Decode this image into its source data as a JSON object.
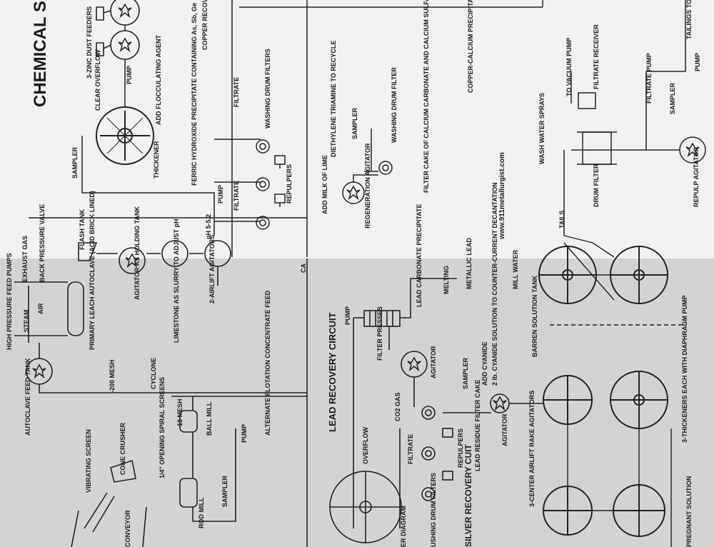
{
  "title": "CHEMICAL SA",
  "source_url": "www.911metallurgist.com",
  "circuits": {
    "lead": "LEAD RECOVERY CIRCUIT",
    "copper_partial": "COPPER RECOVERY CIRCU",
    "silver_partial": "SILVER RECOVERY CUIT"
  },
  "labels": {
    "zinc_dust": "3-ZINC DUST FEEDERS",
    "pump": "PUMP",
    "clear_overflow": "CLEAR OVERFLOW",
    "add_flocc": "ADD FLOCCULATING AGENT",
    "thickener": "THICKENER",
    "ferric": "FERRIC HYDROXIDE PRECIPITATE CONTAINING As, Sb, Ge",
    "filtrate": "FILTRATE",
    "washing_drum": "WASHING DRUM FILTERS",
    "repulpers": "REPULPERS",
    "sampler": "SAMPLER",
    "ph": "pH 5-5.2",
    "diethylene": "DIETHYLENE TRIAMINE TO RECYCLE",
    "washing_drum_single": "WASHING DRUM FILTER",
    "filter_cake": "FILTER CAKE OF CALCIUM CARBONATE AND CALCIUM SULFATE",
    "add_milk_lime": "ADD MILK OF LIME",
    "regen_agitator": "REGENERATION AGITATOR",
    "copper_calcium": "COPPER-CALCIUM PRECIPITATE CONTAINING SOME Cu, As, Sb, Zn TO FURTHER PROCESSING OR MARKET",
    "to_vacuum": "TO VACUUM PUMP",
    "filtrate_receiver": "FILTRATE RECEIVER",
    "filtrate_pump": "FILTRATE PUMP",
    "tailings": "TAILINGS TO WASTE",
    "wash_water": "WASH WATER SPRAYS",
    "drum_filter": "DRUM FILTER",
    "repulp_agitator": "REPULP AGITATOR",
    "tails": "TAILS",
    "exhaust": "EXHAUST GAS",
    "back_pressure": "BACK PRESSURE VALVE",
    "flash_tank": "FLASH TANK",
    "hp_pumps": "HIGH PRESSURE FEED PUMPS",
    "steam": "STEAM",
    "air": "AIR",
    "autoclave": "PRIMARY LEACH AUTOCLAVE (ACID BRICK LINED)",
    "agitator_holding": "AGITATOR AS HOLDING TANK",
    "limestone": "LIMESTONE AS SLURRY TO ADJUST pH",
    "airlift": "2-AIRLIFT AGITATORS",
    "autoclave_feed": "AUTOCLAVE FEED TANK",
    "mesh200": "-200 MESH",
    "cyclone": "CYCLONE",
    "alt_flotation": "ALTERNATE FLOTATION CONCENTRATE FEED",
    "mesh10": "-10 MESH",
    "ball_mill": "BALL MILL",
    "cone_crusher": "CONE CRUSHER",
    "vibrating_screen": "VIBRATING SCREEN",
    "spiral_screens": "1/4\" OPENING SPIRAL SCREENS",
    "rod_mill": "ROD MILL",
    "conveyor": "CONVEYOR",
    "lead_carbonate": "LEAD CARBONATE PRECIPITATE",
    "melting": "MELTING",
    "metallic_lead": "METALLIC LEAD",
    "filter_presses": "FILTER PRESSES",
    "agitator": "AGITATOR",
    "co2_gas": "CO2 GAS",
    "overflow": "OVERFLOW",
    "lead_residue": "LEAD RESIDUE FILTER CAKE",
    "add_cyanide": "ADD CYANIDE",
    "cyanide_solution": "2 lb. CYANIDE SOLUTION TO COUNTER-CURRENT DECANTATION",
    "barren": "BARREN SOLUTION TANK",
    "mill_water": "MILL WATER",
    "thickeners_3": "3-THICKENERS EACH WITH DIAPHRAGM PUMP",
    "rake_agitators": "3-CENTER AIRLIFT RAKE AGITATORS",
    "pregnant": "PREGNANT SOLUTION",
    "ushing_drum": "USHING DRUM FILTERS",
    "diagram_partial": "ER DIAGRAM",
    "ca_partial": "CA"
  }
}
